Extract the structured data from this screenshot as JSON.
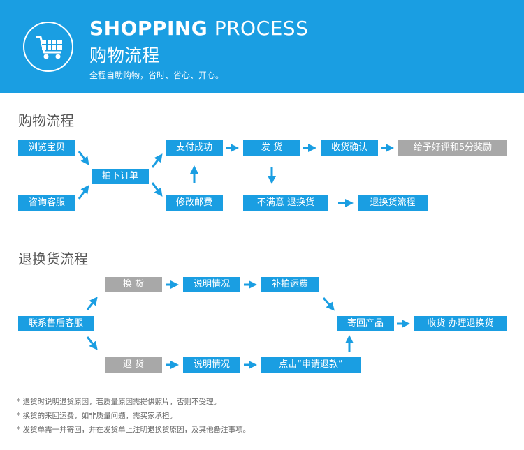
{
  "header": {
    "title_en_bold": "SHOPPING",
    "title_en_light": "PROCESS",
    "title_cn": "购物流程",
    "subtitle": "全程自助购物，省时、省心、开心。"
  },
  "shopping": {
    "title": "购物流程",
    "browse": "浏览宝贝",
    "consult": "咨询客服",
    "order": "拍下订单",
    "pay": "支付成功",
    "modify_postage": "修改邮费",
    "ship": "发  货",
    "confirm": "收货确认",
    "review": "给予好评和5分奖励",
    "unsatisfied": "不满意 退换货",
    "return_flow": "退换货流程"
  },
  "returns": {
    "title": "退换货流程",
    "contact": "联系售后客服",
    "exchange": "换  货",
    "explain1": "说明情况",
    "repost_fee": "补拍运费",
    "refund": "退  货",
    "explain2": "说明情况",
    "apply_refund": "点击“申请退款”",
    "send_back": "寄回产品",
    "receive": "收货 办理退换货"
  },
  "notes": [
    "* 退货时说明退货原因，若质量原因需提供照片，否则不受理。",
    "* 换货的来回运费，如非质量问题，需买家承担。",
    "* 发货单需一并寄回，并在发货单上注明退换货原因，及其他备注事项。"
  ],
  "colors": {
    "accent": "#1a9ee2",
    "gray_box": "#a8a8a8",
    "text": "#555555"
  }
}
